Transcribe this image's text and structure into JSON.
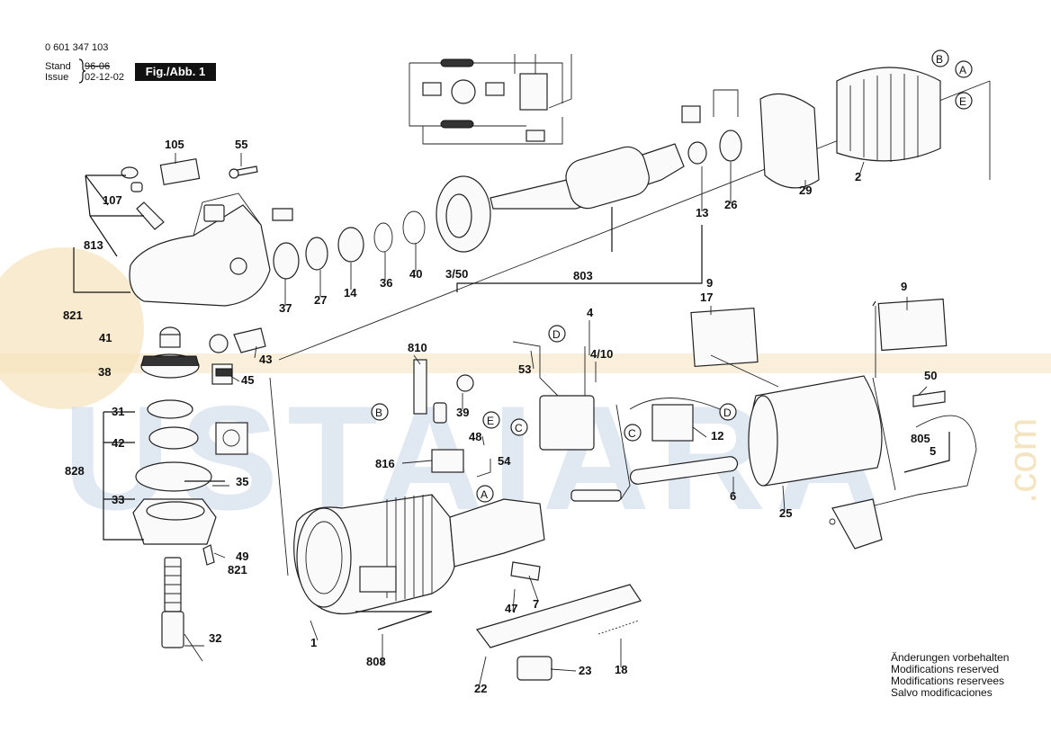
{
  "header": {
    "part_number": "0 601 347 103",
    "stand_label": "Stand",
    "issue_label": "Issue",
    "stand_date": "96-06",
    "issue_date": "02-12-02",
    "figure_label": "Fig./Abb. 1"
  },
  "watermark": {
    "text": "USTAIARA",
    "suffix": ".com"
  },
  "notes": [
    "Änderungen vorbehalten",
    "Modifications reserved",
    "Modifications reservees",
    "Salvo modificaciones"
  ],
  "connectors": {
    "A1": "A",
    "B1": "B",
    "E1": "E",
    "B2": "B",
    "E2": "E",
    "C1": "C",
    "A2": "A",
    "D1": "D",
    "C2": "C",
    "D2": "D"
  },
  "labels": {
    "l105": "105",
    "l55": "55",
    "l107": "107",
    "l813": "813",
    "l821a": "821",
    "l41": "41",
    "l43": "43",
    "l38": "38",
    "l45": "45",
    "l31": "31",
    "l42": "42",
    "l828": "828",
    "l35": "35",
    "l33": "33",
    "l49": "49",
    "l821b": "821",
    "l32": "32",
    "l37": "37",
    "l27": "27",
    "l14": "14",
    "l36": "36",
    "l40": "40",
    "l350": "3/50",
    "l803": "803",
    "l13": "13",
    "l26": "26",
    "l29": "29",
    "l2": "2",
    "l810": "810",
    "l39": "39",
    "l53": "53",
    "l4": "4",
    "l410": "4/10",
    "l48": "48",
    "l816": "816",
    "l54": "54",
    "l12": "12",
    "l6": "6",
    "l9a": "9",
    "l17": "17",
    "l9b": "9",
    "l50": "50",
    "l805": "805",
    "l5": "5",
    "l25": "25",
    "l1": "1",
    "l808": "808",
    "l7": "7",
    "l47": "47",
    "l22": "22",
    "l23": "23",
    "l18": "18"
  }
}
